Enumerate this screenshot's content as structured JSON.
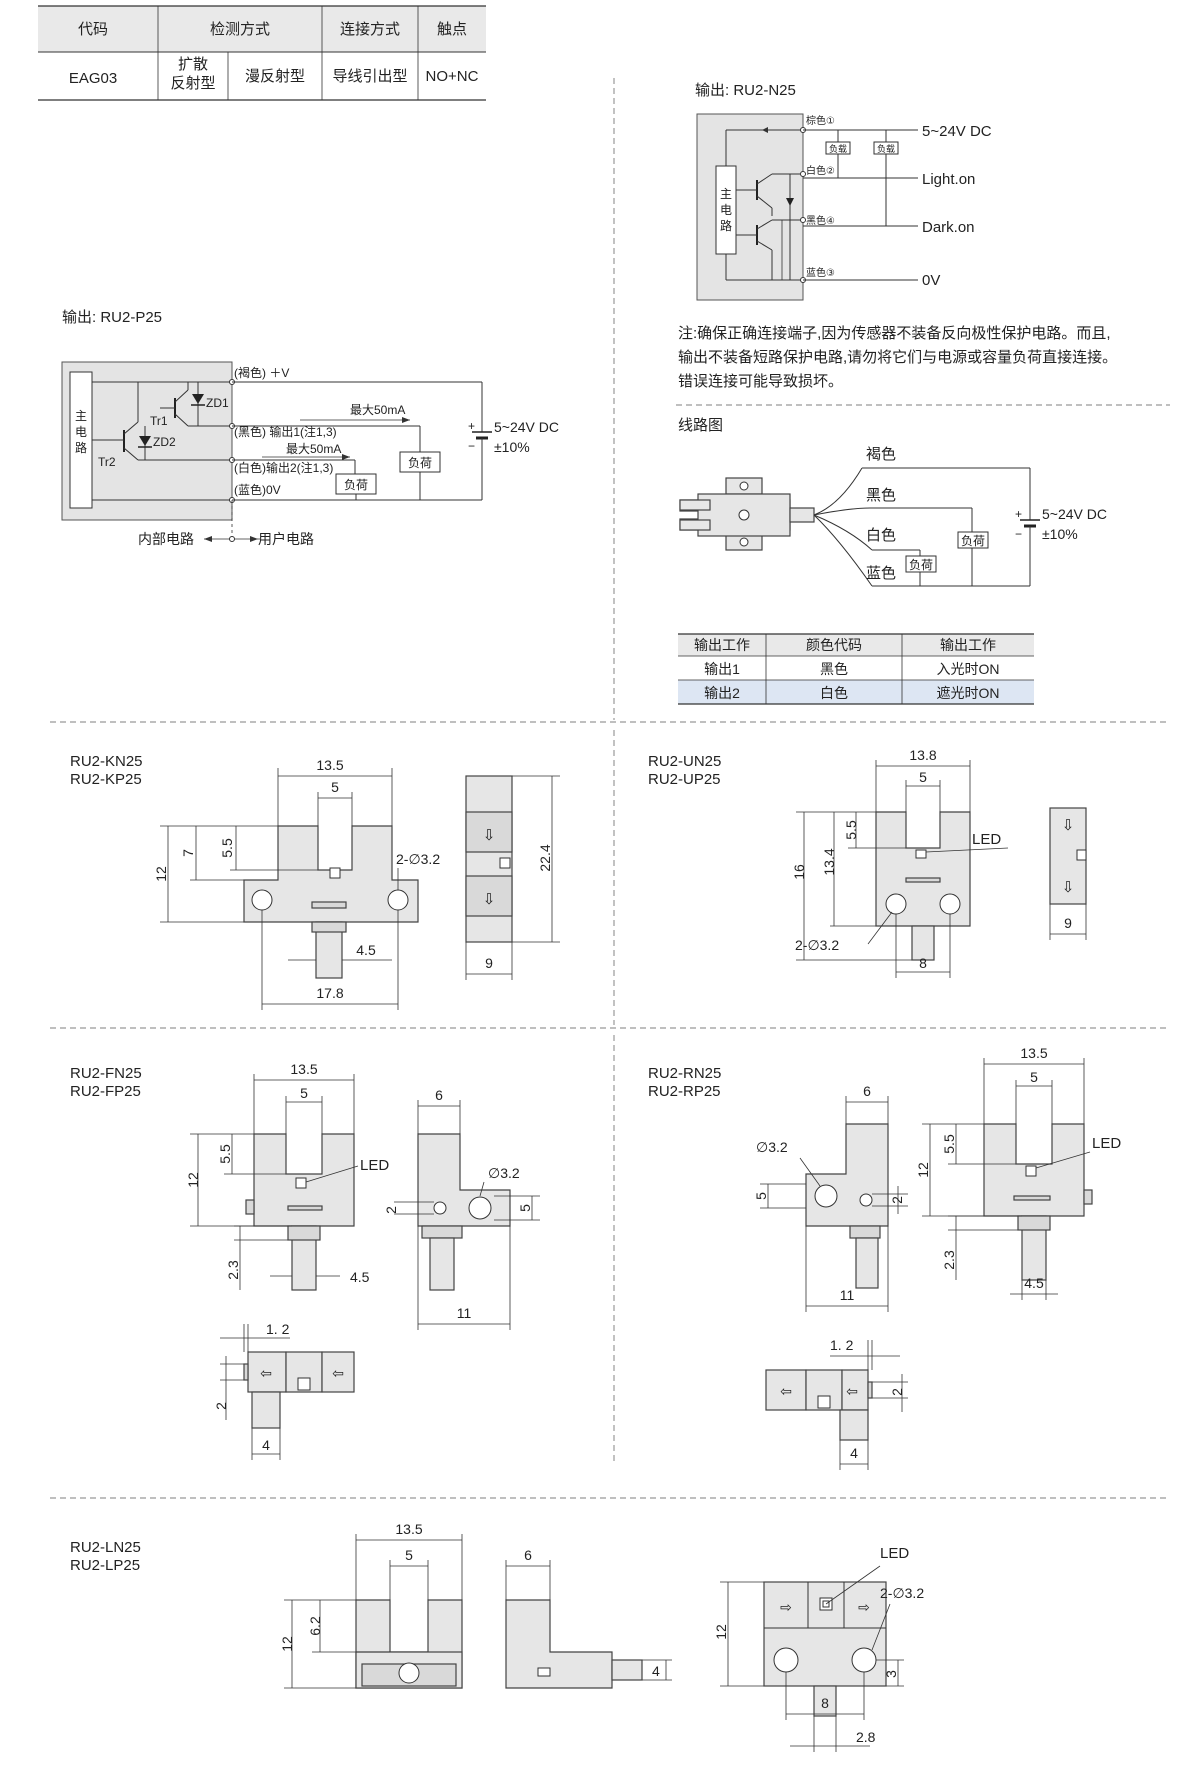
{
  "top_table": {
    "headers": [
      "代码",
      "检测方式",
      "",
      "连接方式",
      "触点"
    ],
    "row": [
      "EAG03",
      "扩散\n反射型",
      "漫反射型",
      "导线引出型",
      "NO+NC"
    ]
  },
  "pnp": {
    "heading": "输出: RU2-P25",
    "main_circuit": "主电路",
    "tr1": "Tr1",
    "tr2": "Tr2",
    "zd1": "ZD1",
    "zd2": "ZD2",
    "brown": "(褐色) ＋V",
    "black": "(黑色) 输出1(注1,3)",
    "white": "(白色)输出2(注1,3)",
    "blue": "(蓝色)0V",
    "max1": "最大50mA",
    "max2": "最大50mA",
    "load": "负荷",
    "supply": "5~24V DC",
    "tol": "±10%",
    "internal": "内部电路",
    "user": "用户电路"
  },
  "npn": {
    "heading": "输出: RU2-N25",
    "main_circuit": "主电路",
    "brown": "棕色①",
    "white": "白色②",
    "black": "黑色④",
    "blue": "蓝色③",
    "load": "负载",
    "supply": "5~24V  DC",
    "light_on": "Light.on",
    "dark_on": "Dark.on",
    "zero_v": "0V"
  },
  "note": "注:确保正确连接端子,因为传感器不装备反向极性保护电路。而且,输出不装备短路保护电路,请勿将它们与电源或容量负荷直接连接。错误连接可能导致损坏。",
  "wiring": {
    "heading": "线路图",
    "brown": "褐色",
    "black": "黑色",
    "white": "白色",
    "blue": "蓝色",
    "load": "负荷",
    "supply": "5~24V DC",
    "tol": "±10%"
  },
  "output_table": {
    "headers": [
      "输出工作",
      "颜色代码",
      "输出工作"
    ],
    "rows": [
      [
        "输出1",
        "黑色",
        "入光时ON"
      ],
      [
        "输出2",
        "白色",
        "遮光时ON"
      ]
    ],
    "highlight_color": "#dde6f3"
  },
  "kn": {
    "models": [
      "RU2-KN25",
      "RU2-KP25"
    ],
    "dims": {
      "w": "13.5",
      "slot": "5",
      "h12": "12",
      "h7": "7",
      "h55": "5.5",
      "hole": "2-∅3.2",
      "d45": "4.5",
      "d178": "17.8",
      "d224": "22.4",
      "d9": "9"
    }
  },
  "un": {
    "models": [
      "RU2-UN25",
      "RU2-UP25"
    ],
    "dims": {
      "w": "13.8",
      "slot": "5",
      "h16": "16",
      "h134": "13.4",
      "h55": "5.5",
      "led": "LED",
      "hole": "2-∅3.2",
      "d8": "8",
      "d9": "9"
    }
  },
  "fn": {
    "models": [
      "RU2-FN25",
      "RU2-FP25"
    ],
    "dims": {
      "w": "13.5",
      "slot": "5",
      "h12": "12",
      "h55": "5.5",
      "led": "LED",
      "d23": "2.3",
      "d45": "4.5",
      "d6": "6",
      "hole": "∅3.2",
      "d2": "2",
      "d5": "5",
      "d11": "11",
      "d12": "1. 2",
      "d2b": "2",
      "d4": "4"
    }
  },
  "rn": {
    "models": [
      "RU2-RN25",
      "RU2-RP25"
    ],
    "dims": {
      "d6": "6",
      "hole": "∅3.2",
      "d5": "5",
      "d2": "2",
      "d11": "11",
      "w": "13.5",
      "slot": "5",
      "h12": "12",
      "h55": "5.5",
      "led": "LED",
      "d23": "2.3",
      "d45": "4.5",
      "d12": "1. 2",
      "d2b": "2",
      "d4": "4"
    }
  },
  "ln": {
    "models": [
      "RU2-LN25",
      "RU2-LP25"
    ],
    "dims": {
      "w": "13.5",
      "slot": "5",
      "h12": "12",
      "h62": "6.2",
      "d6": "6",
      "d4": "4",
      "led": "LED",
      "hole": "2-∅3.2",
      "h12b": "12",
      "d3": "3",
      "d8": "8",
      "d28": "2.8"
    }
  }
}
